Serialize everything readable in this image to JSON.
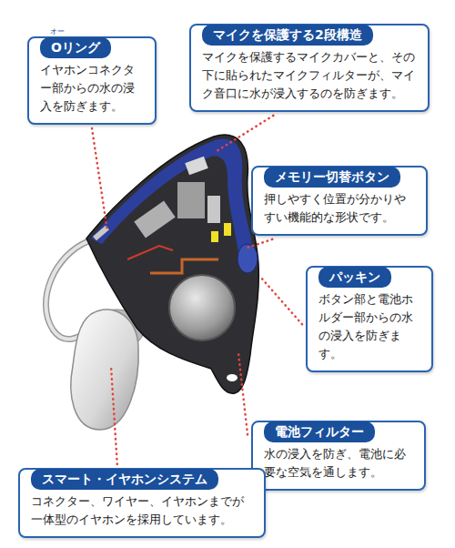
{
  "diagram": {
    "nodes": [
      {
        "text": [
          "Oリング",
          "イヤホンコネクター部からの水の浸入を防ぎます。"
        ]
      },
      {
        "text": [
          "マイクを保護する2段構造",
          "マイクを保護するマイクカバーと、その下に貼られたマイクフィルターが、マイク音口に水が浸入するのを防ぎます。"
        ]
      },
      {
        "text": [
          "メモリー切替ボタン",
          "押しやすく位置が分かりやすい機能的な形状です。"
        ]
      },
      {
        "text": [
          "パッキン",
          "ボタン部と電池ホルダー部からの水の浸入を防ぎます。"
        ]
      },
      {
        "text": [
          "電池フィルター",
          "水の浸入を防ぎ、電池に必要な空気を通します。"
        ]
      },
      {
        "text": [
          "スマート・イヤホンシステム",
          "コネクター、ワイヤー、イヤホンまでが一体型のイヤホンを採用しています。"
        ]
      }
    ],
    "labels": [
      "オー"
    ]
  }
}
